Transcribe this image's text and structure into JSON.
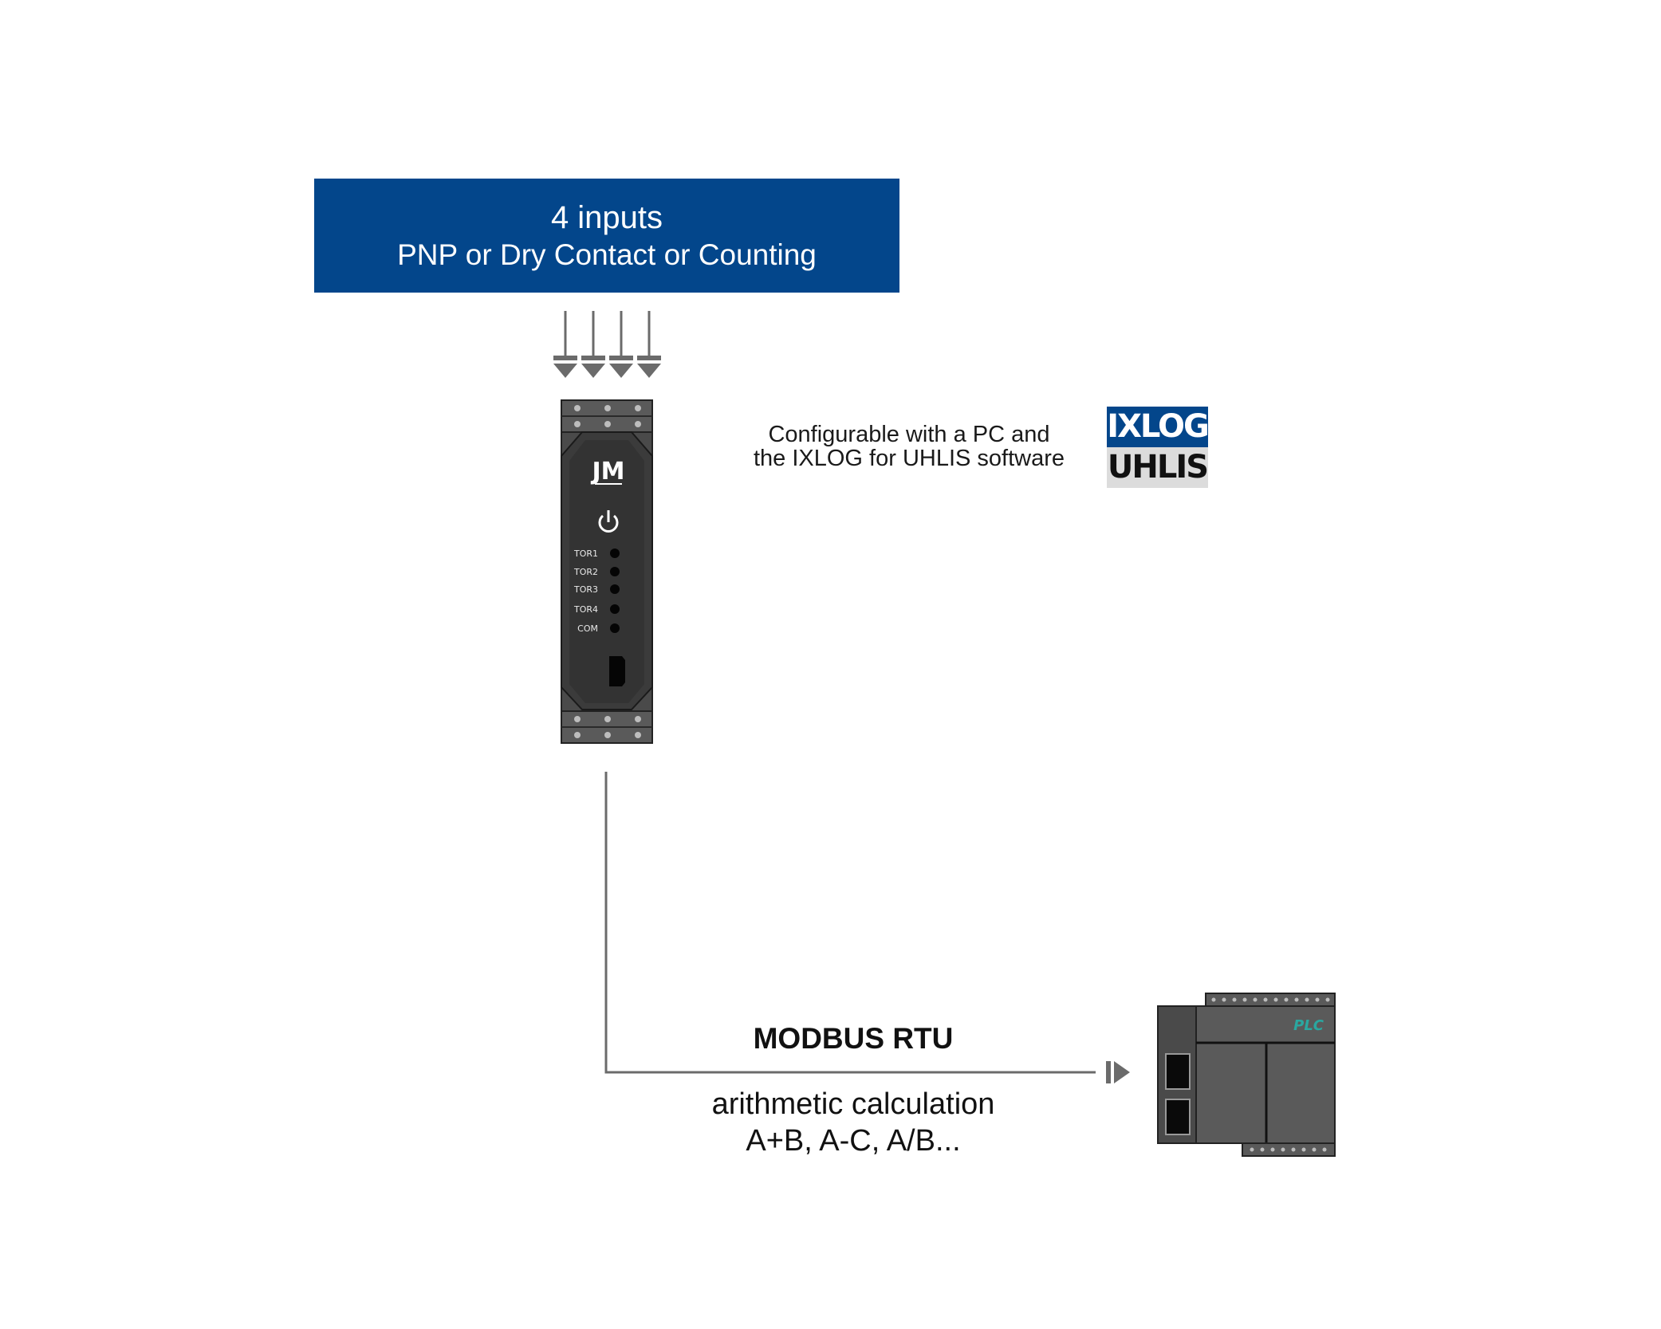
{
  "inputs_box": {
    "title": "4 inputs",
    "subtitle": "PNP or Dry Contact or Counting",
    "color": "#03468b"
  },
  "device": {
    "brand": "JM",
    "leds": [
      "TOR1",
      "TOR2",
      "TOR3",
      "TOR4",
      "COM"
    ],
    "icons": [
      "power-icon",
      "usb-port-icon"
    ]
  },
  "config": {
    "line1": "Configurable with a PC and",
    "line2": "the IXLOG for UHLIS software"
  },
  "logo": {
    "top": "IXLOG",
    "bottom": "UHLIS"
  },
  "link": {
    "protocol": "MODBUS RTU",
    "calc_line1": "arithmetic calculation",
    "calc_line2": "A+B, A-C, A/B..."
  },
  "plc": {
    "label": "PLC",
    "label_color": "#2aa7a0"
  }
}
